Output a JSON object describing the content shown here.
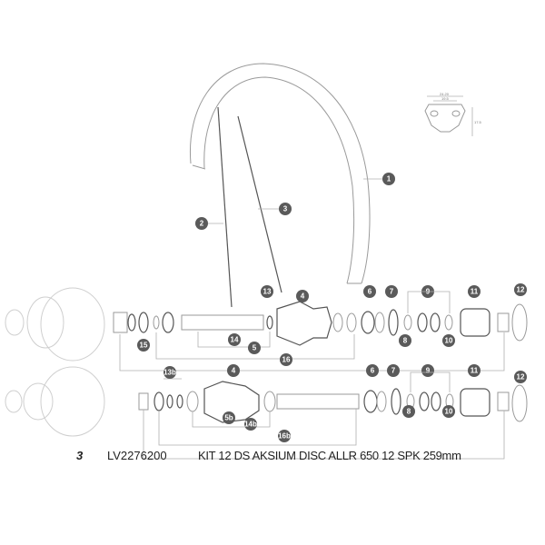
{
  "diagram": {
    "callouts_top": [
      "1",
      "2",
      "3",
      "13",
      "4",
      "6",
      "7",
      "9",
      "11",
      "12",
      "15",
      "14",
      "5",
      "16",
      "8",
      "10"
    ],
    "callouts_bottom": [
      "13b",
      "4",
      "6",
      "7",
      "9",
      "11",
      "12",
      "5b",
      "14b",
      "16b",
      "8",
      "10"
    ],
    "rim_profile_dims": [
      "24.20",
      "19.5",
      "17.5"
    ]
  },
  "legend": {
    "ref": "3",
    "code": "LV2276200",
    "description": "KIT 12 DS AKSIUM DISC ALLR 650 12 SPK 259mm"
  }
}
